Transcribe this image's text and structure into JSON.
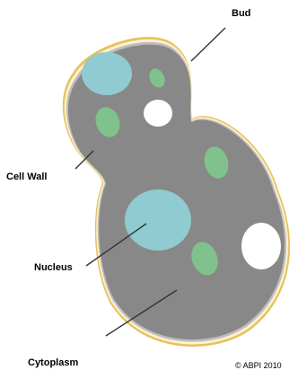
{
  "labels": {
    "bud": "Bud",
    "cell_wall": "Cell Wall",
    "nucleus": "Nucleus",
    "cytoplasm": "Cytoplasm"
  },
  "copyright": "© ABPI 2010",
  "colors": {
    "wall_outer": "#E6C15E",
    "wall_inner": "#FDF1CF",
    "membrane": "#BDBDBD",
    "cytoplasm": "#888888",
    "nucleus": "#8FCBD0",
    "organelle_green": "#7FC28C",
    "vacuole": "#FFFFFF",
    "leader_line": "#333333",
    "text": "#000000"
  }
}
